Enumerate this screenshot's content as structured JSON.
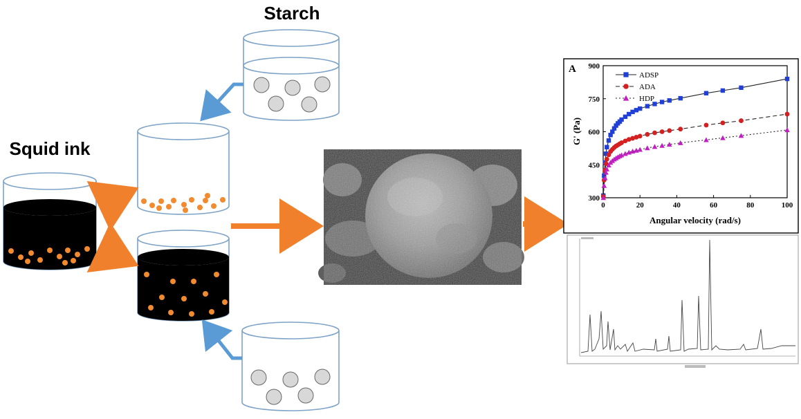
{
  "labels": {
    "starch": "Starch",
    "squid_ink": "Squid ink"
  },
  "colors": {
    "beaker_outline": "#7da2c8",
    "ink": "#000000",
    "particle": "#f28a30",
    "granule_fill": "#d8d8d8",
    "arrow_orange": "#f0802c",
    "arrow_blue": "#5b9bd5"
  },
  "chart_data": [
    {
      "type": "line",
      "panel_label": "A",
      "xlabel": "Angular velocity (rad/s)",
      "ylabel": "G' (Pa)",
      "xlim": [
        0,
        100
      ],
      "ylim": [
        300,
        900
      ],
      "xticks": [
        0,
        20,
        40,
        60,
        80,
        100
      ],
      "yticks": [
        300,
        450,
        600,
        750,
        900
      ],
      "legend_position": "top-left",
      "grid": false,
      "series": [
        {
          "name": "ADSP",
          "color": "#1f3fd6",
          "marker": "square",
          "dash": "solid",
          "x": [
            0.1,
            0.5,
            1,
            1.5,
            2,
            3,
            4,
            5,
            6,
            7,
            8,
            9,
            10,
            12,
            14,
            16,
            18,
            20,
            24,
            28,
            32,
            36,
            42,
            56,
            65,
            75,
            100
          ],
          "y": [
            310,
            400,
            460,
            500,
            530,
            560,
            585,
            600,
            615,
            628,
            638,
            646,
            655,
            668,
            680,
            690,
            698,
            705,
            716,
            726,
            735,
            742,
            752,
            775,
            787,
            800,
            840
          ]
        },
        {
          "name": "ADA",
          "color": "#d42020",
          "marker": "circle",
          "dash": "dashed",
          "x": [
            0.1,
            0.5,
            1,
            1.5,
            2,
            3,
            4,
            5,
            6,
            7,
            8,
            9,
            10,
            12,
            14,
            16,
            18,
            20,
            24,
            28,
            32,
            36,
            42,
            56,
            65,
            75,
            100
          ],
          "y": [
            305,
            380,
            425,
            455,
            475,
            495,
            510,
            520,
            528,
            535,
            540,
            545,
            550,
            558,
            565,
            570,
            575,
            580,
            588,
            595,
            600,
            605,
            612,
            630,
            640,
            650,
            680
          ]
        },
        {
          "name": "HDP",
          "color": "#c020c0",
          "marker": "triangle",
          "dash": "dotted",
          "x": [
            0.1,
            0.5,
            1,
            1.5,
            2,
            3,
            4,
            5,
            6,
            7,
            8,
            9,
            10,
            12,
            14,
            16,
            18,
            20,
            24,
            28,
            32,
            36,
            42,
            56,
            65,
            75,
            100
          ],
          "y": [
            300,
            355,
            390,
            415,
            430,
            448,
            460,
            468,
            475,
            480,
            485,
            490,
            494,
            500,
            506,
            511,
            515,
            519,
            526,
            532,
            537,
            542,
            549,
            563,
            572,
            582,
            608
          ]
        }
      ]
    }
  ]
}
